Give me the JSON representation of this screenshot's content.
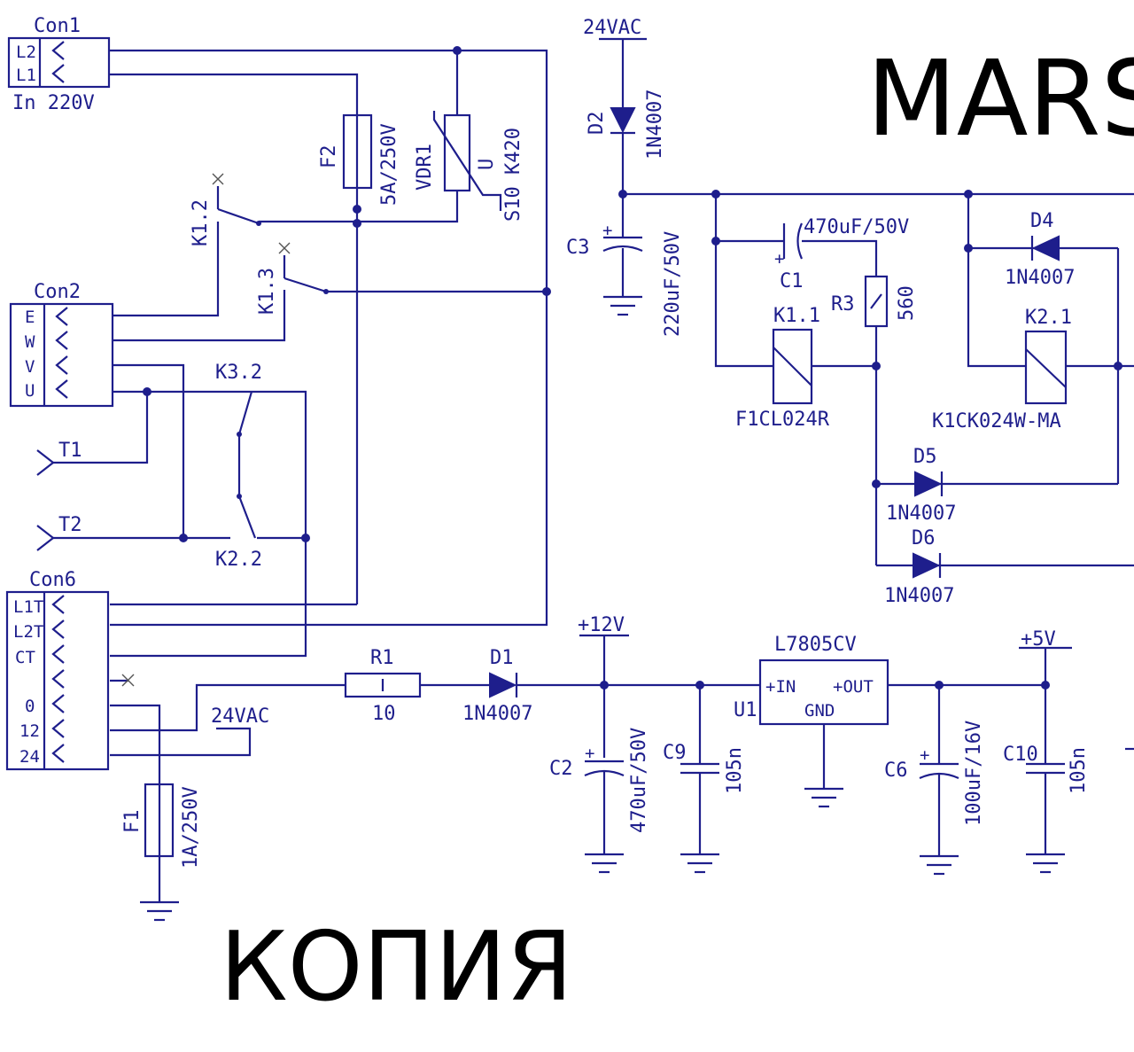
{
  "stamps": {
    "top_title": "MARS",
    "copy_mark": "КОПИЯ"
  },
  "connectors": {
    "con1": {
      "name": "Con1",
      "pins": [
        "L2",
        "L1"
      ],
      "note": "In 220V"
    },
    "con2": {
      "name": "Con2",
      "pins": [
        "E",
        "W",
        "V",
        "U"
      ]
    },
    "con6": {
      "name": "Con6",
      "pins": [
        "L1T",
        "L2T",
        "CT",
        "0",
        "12",
        "24"
      ]
    }
  },
  "terminals": {
    "t1": "T1",
    "t2": "T2"
  },
  "fuses": {
    "f1": {
      "ref": "F1",
      "value": "1A/250V"
    },
    "f2": {
      "ref": "F2",
      "value": "5A/250V"
    }
  },
  "varistor": {
    "ref": "VDR1",
    "value": "S10 K420",
    "sym": "U"
  },
  "relay_contacts": {
    "k1_2": "K1.2",
    "k1_3": "K1.3",
    "k3_2": "K3.2",
    "k2_2": "K2.2"
  },
  "relays": {
    "k1_1": {
      "ref": "K1.1",
      "part": "F1CL024R"
    },
    "k2_1": {
      "ref": "K2.1",
      "part": "K1CK024W-MA"
    }
  },
  "diodes": {
    "d1": {
      "ref": "D1",
      "part": "1N4007"
    },
    "d2": {
      "ref": "D2",
      "part": "1N4007"
    },
    "d4": {
      "ref": "D4",
      "part": "1N4007"
    },
    "d5": {
      "ref": "D5",
      "part": "1N4007"
    },
    "d6": {
      "ref": "D6",
      "part": "1N4007"
    }
  },
  "resistors": {
    "r1": {
      "ref": "R1",
      "value": "10"
    },
    "r3": {
      "ref": "R3",
      "value": "560"
    }
  },
  "capacitors": {
    "c1": {
      "ref": "C1",
      "value": "470uF/50V"
    },
    "c2": {
      "ref": "C2",
      "value": "470uF/50V"
    },
    "c3": {
      "ref": "C3",
      "value": "220uF/50V"
    },
    "c6": {
      "ref": "C6",
      "value": "100uF/16V"
    },
    "c9": {
      "ref": "C9",
      "value": "105n"
    },
    "c10": {
      "ref": "C10",
      "value": "105n"
    }
  },
  "regulator": {
    "ref": "U1",
    "part": "L7805CV",
    "in": "+IN",
    "out": "+OUT",
    "gnd": "GND"
  },
  "nets": {
    "vac_top": "24VAC",
    "vac_mid": "24VAC",
    "v12": "+12V",
    "v5": "+5V"
  },
  "colors": {
    "ink": "#1e1e8c",
    "stamp": "#000000",
    "background": "#ffffff"
  }
}
